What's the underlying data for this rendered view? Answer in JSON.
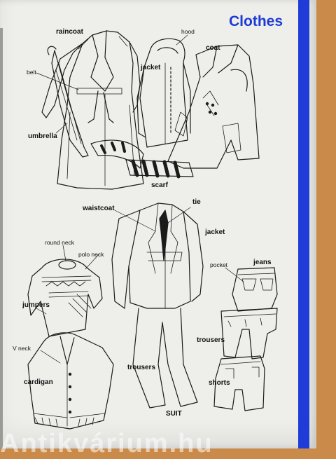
{
  "page": {
    "title": "Clothes",
    "watermark": "Antikvárium.hu"
  },
  "labels": {
    "raincoat": "raincoat",
    "hood": "hood",
    "coat": "coat",
    "belt": "belt",
    "jacket_top": "jacket",
    "umbrella": "umbrella",
    "scarf": "scarf",
    "waistcoat": "waistcoat",
    "tie": "tie",
    "jacket_suit": "jacket",
    "round_neck": "round neck",
    "polo_neck": "polo neck",
    "pocket": "pocket",
    "jeans": "jeans",
    "jumpers": "jumpers",
    "v_neck": "V neck",
    "cardigan": "cardigan",
    "trousers_suit": "trousers",
    "trousers_right": "trousers",
    "shorts": "shorts",
    "suit": "SUIT"
  }
}
